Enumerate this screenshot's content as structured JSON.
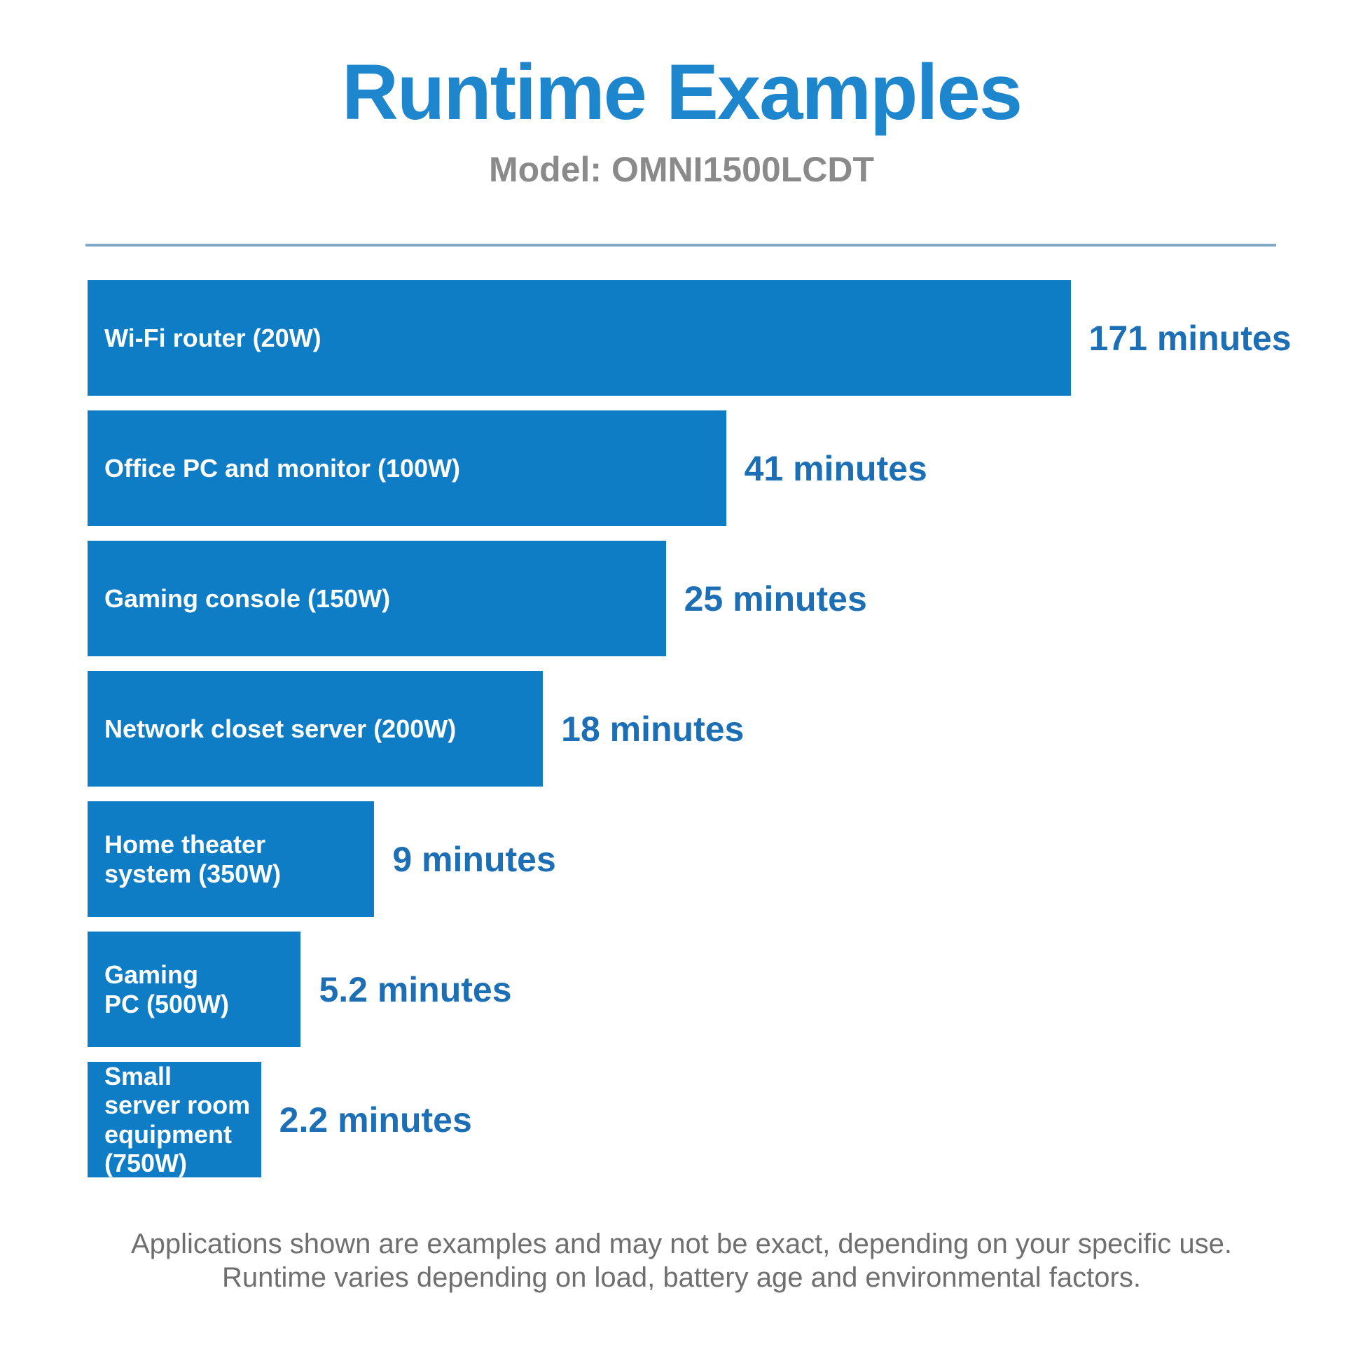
{
  "header": {
    "title": "Runtime Examples",
    "subtitle": "Model: OMNI1500LCDT"
  },
  "chart_data": {
    "type": "bar",
    "orientation": "horizontal",
    "title": "Runtime Examples",
    "subtitle": "Model: OMNI1500LCDT",
    "unit": "minutes",
    "categories": [
      "Wi-Fi router (20W)",
      "Office PC and monitor (100W)",
      "Gaming console (150W)",
      "Network closet server (200W)",
      "Home theater system (350W)",
      "Gaming PC (500W)",
      "Small server room equipment (750W)"
    ],
    "values": [
      171,
      41,
      25,
      18,
      9,
      5.2,
      2.2
    ],
    "value_labels": [
      "171 minutes",
      "41 minutes",
      "25 minutes",
      "18 minutes",
      "9 minutes",
      "5.2 minutes",
      "2.2 minutes"
    ],
    "bar_label_lines": [
      [
        "Wi-Fi router (20W)"
      ],
      [
        "Office PC and monitor (100W)"
      ],
      [
        "Gaming console (150W)"
      ],
      [
        "Network closet server (200W)"
      ],
      [
        "Home theater",
        "system (350W)"
      ],
      [
        "Gaming",
        "PC (500W)"
      ],
      [
        "Small",
        "server room",
        "equipment",
        "(750W)"
      ]
    ],
    "bar_width_pct": [
      81.6,
      53.0,
      48.0,
      37.8,
      23.8,
      17.7,
      14.4
    ],
    "bar_color": "#0F7DC5",
    "value_label_color": "#1D6FB5",
    "legend": "none",
    "grid": false,
    "axes_shown": false,
    "value_label_position": "right-of-bar"
  },
  "footer": {
    "line1": "Applications shown are examples and may not be exact, depending on your specific use.",
    "line2": "Runtime varies depending on load, battery age and environmental factors."
  },
  "colors": {
    "title_blue": "#1E86CD",
    "bar_blue": "#0F7DC5",
    "value_text_blue": "#1D6FB5",
    "subtitle_gray": "#8A8A8A",
    "footer_gray": "#6F6F6F",
    "divider_blue": "#7FA9C7"
  }
}
